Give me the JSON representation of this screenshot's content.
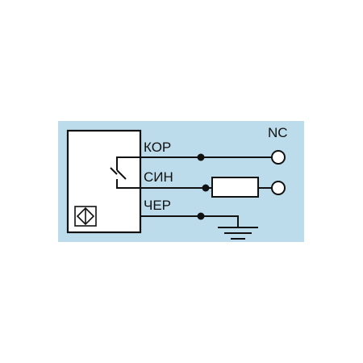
{
  "diagram": {
    "terminal_label": "NC",
    "wires": [
      {
        "label": "КОР"
      },
      {
        "label": "СИН"
      },
      {
        "label": "ЧЕР"
      }
    ],
    "colors": {
      "background_panel": "#bcdcec",
      "stroke": "#111111",
      "sensor_body": "#ffffff"
    }
  }
}
